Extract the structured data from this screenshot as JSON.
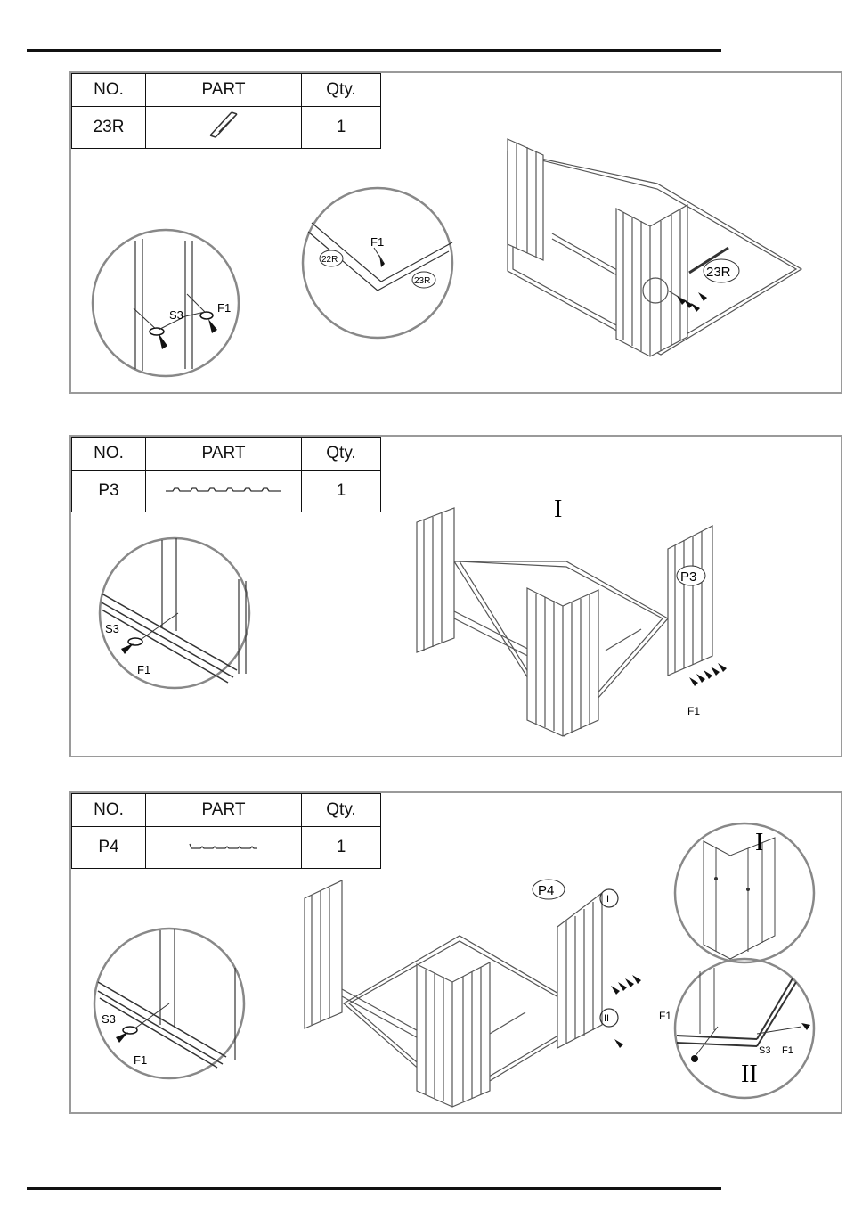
{
  "table_headers": {
    "no": "NO.",
    "part": "PART",
    "qty": "Qty."
  },
  "steps": [
    {
      "part_no": "23R",
      "part_icon": "rail-channel-icon",
      "qty": "1",
      "callouts": {
        "s3": "S3",
        "f1": "F1",
        "rail_a": "22R",
        "rail_b": "23R",
        "main_label": "23R"
      }
    },
    {
      "part_no": "P3",
      "part_icon": "panel-profile-icon",
      "qty": "1",
      "callouts": {
        "s3": "S3",
        "f1": "F1",
        "main_label": "P3",
        "detail": "I"
      }
    },
    {
      "part_no": "P4",
      "part_icon": "panel-profile-icon",
      "qty": "1",
      "callouts": {
        "s3": "S3",
        "f1": "F1",
        "main_label": "P4",
        "detail_1": "I",
        "detail_2": "II"
      }
    }
  ]
}
